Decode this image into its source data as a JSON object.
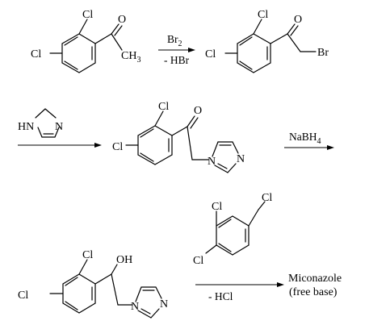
{
  "atoms": {
    "cl": "Cl",
    "o": "O",
    "oh": "OH",
    "br": "Br",
    "n": "N",
    "hn": "HN",
    "ch3": "CH",
    "ch3_sub": "3"
  },
  "reagents": {
    "step1_top": "Br",
    "step1_top_sub": "2",
    "step1_bottom": "- HBr",
    "step3_top": "NaBH",
    "step3_top_sub": "4",
    "step4_bottom": "- HCl"
  },
  "product": {
    "line1": "Miconazole",
    "line2": "(free base)"
  }
}
